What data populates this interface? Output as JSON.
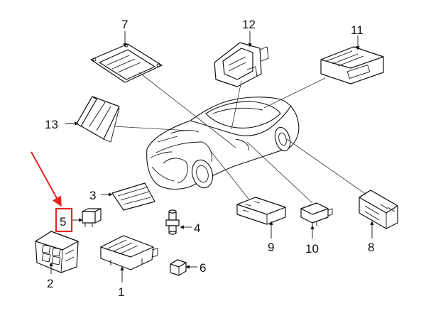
{
  "callouts": [
    "1",
    "2",
    "3",
    "4",
    "5",
    "6",
    "7",
    "8",
    "9",
    "10",
    "11",
    "12",
    "13"
  ],
  "highlight": {
    "target": "5",
    "color": "#e8231f"
  }
}
